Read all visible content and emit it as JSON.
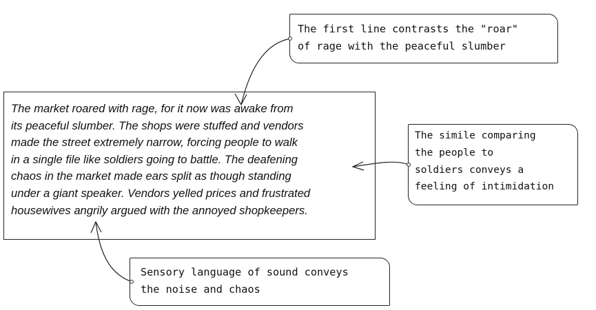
{
  "passage": {
    "lines": [
      "The market roared with rage, for it now was awake from",
      "its peaceful slumber. The shops were stuffed and vendors",
      " made the street extremely narrow, forcing people to walk",
      "in a single file like soldiers going to battle. The deafening",
      "chaos in the market made ears split as though standing",
      "under a giant speaker. Vendors yelled prices and frustrated",
      "housewives angrily argued with the annoyed shopkeepers."
    ]
  },
  "annotations": {
    "top": {
      "lines": [
        "The first line contrasts the \"roar\"",
        "of rage with the peaceful slumber"
      ]
    },
    "right": {
      "lines": [
        "The simile comparing",
        "the people to",
        "soldiers conveys a",
        "feeling of intimidation"
      ]
    },
    "bottom": {
      "lines": [
        "Sensory language of sound conveys",
        "the noise and chaos"
      ]
    }
  },
  "colors": {
    "ink": "#111111",
    "border": "#222222",
    "background": "#ffffff"
  }
}
